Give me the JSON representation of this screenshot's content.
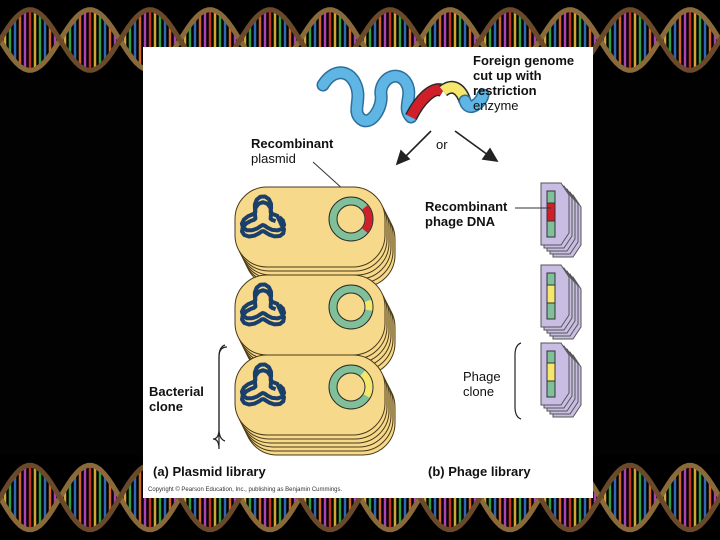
{
  "labels": {
    "foreign_genome": "Foreign genome\ncut up with\nrestriction",
    "enzyme": "enzyme",
    "or": "or",
    "recombinant_plasmid_1": "Recombinant",
    "recombinant_plasmid_2": "plasmid",
    "recombinant_phage": "Recombinant\nphage DNA",
    "bacterial_clone": "Bacterial\nclone",
    "phage_clone": "Phage\nclone",
    "plasmid_library": "(a) Plasmid library",
    "phage_library": "(b) Phage library",
    "copyright": "Copyright © Pearson Education, Inc., publishing as Benjamin Cummings."
  },
  "colors": {
    "cell_fill": "#f6d98a",
    "cell_stroke": "#4a3a1a",
    "chromosome": "#1b3f6b",
    "plasmid_ring": "#7fbf9a",
    "insert_red": "#d11f2a",
    "insert_yellow": "#f4e76b",
    "genome_blue": "#5fb6e4",
    "phage_fill": "#c9bde3",
    "phage_stroke": "#555"
  }
}
